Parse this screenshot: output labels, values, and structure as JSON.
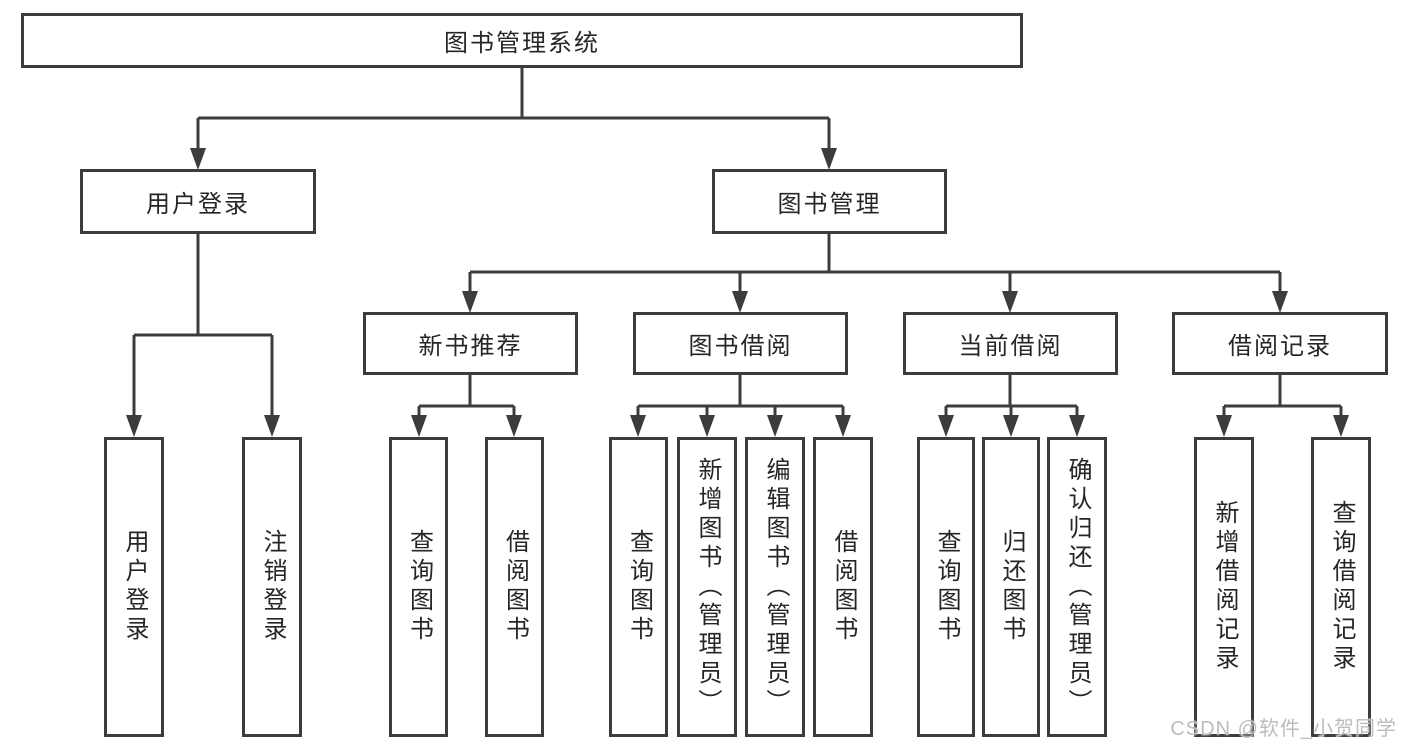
{
  "diagram_title": "图书管理系统",
  "tree": {
    "label": "图书管理系统",
    "children": [
      {
        "label": "用户登录",
        "children": [
          {
            "label": "用户登录"
          },
          {
            "label": "注销登录"
          }
        ]
      },
      {
        "label": "图书管理",
        "children": [
          {
            "label": "新书推荐",
            "children": [
              {
                "label": "查询图书"
              },
              {
                "label": "借阅图书"
              }
            ]
          },
          {
            "label": "图书借阅",
            "children": [
              {
                "label": "查询图书"
              },
              {
                "label": "新增图书（管理员）"
              },
              {
                "label": "编辑图书（管理员）"
              },
              {
                "label": "借阅图书"
              }
            ]
          },
          {
            "label": "当前借阅",
            "children": [
              {
                "label": "查询图书"
              },
              {
                "label": "归还图书"
              },
              {
                "label": "确认归还（管理员）"
              }
            ]
          },
          {
            "label": "借阅记录",
            "children": [
              {
                "label": "新增借阅记录"
              },
              {
                "label": "查询借阅记录"
              }
            ]
          }
        ]
      }
    ]
  },
  "watermark": {
    "text": "CSDN @软件_小贺同学"
  },
  "colors": {
    "line": "#3c3c3c",
    "box_border": "#3c3c3c",
    "box_background": "#ffffff",
    "text": "#262626",
    "page_background": "#ffffff",
    "watermark": "#bcbcbc"
  }
}
